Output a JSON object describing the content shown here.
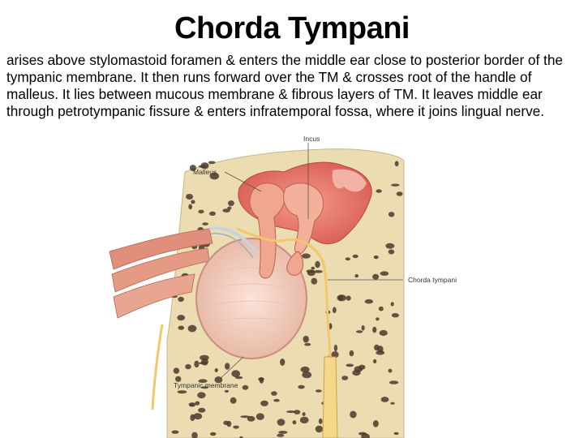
{
  "title": "Chorda Tympani",
  "body": "arises above stylomastoid foramen & enters the middle ear close to posterior border of the tympanic membrane. It then runs forward over the TM & crosses root of the handle of malleus. It lies between mucous membrane & fibrous layers of TM. It leaves middle ear through petrotympanic fissure & enters infratemporal fossa, where it joins lingual nerve.",
  "diagram": {
    "labels": {
      "incus": "Incus",
      "malleus": "Malleus",
      "chorda_tympani": "Chorda tympani",
      "tympanic_membrane": "Tympanic membrane"
    },
    "colors": {
      "bone": "#ecdcb2",
      "bone_hole": "#4a3a2a",
      "cavity": "#e8766a",
      "membrane": "#f4cfc0",
      "ossicle": "#f0a690",
      "nerve": "#f2c86a",
      "muscle": "#e08f7c"
    }
  }
}
